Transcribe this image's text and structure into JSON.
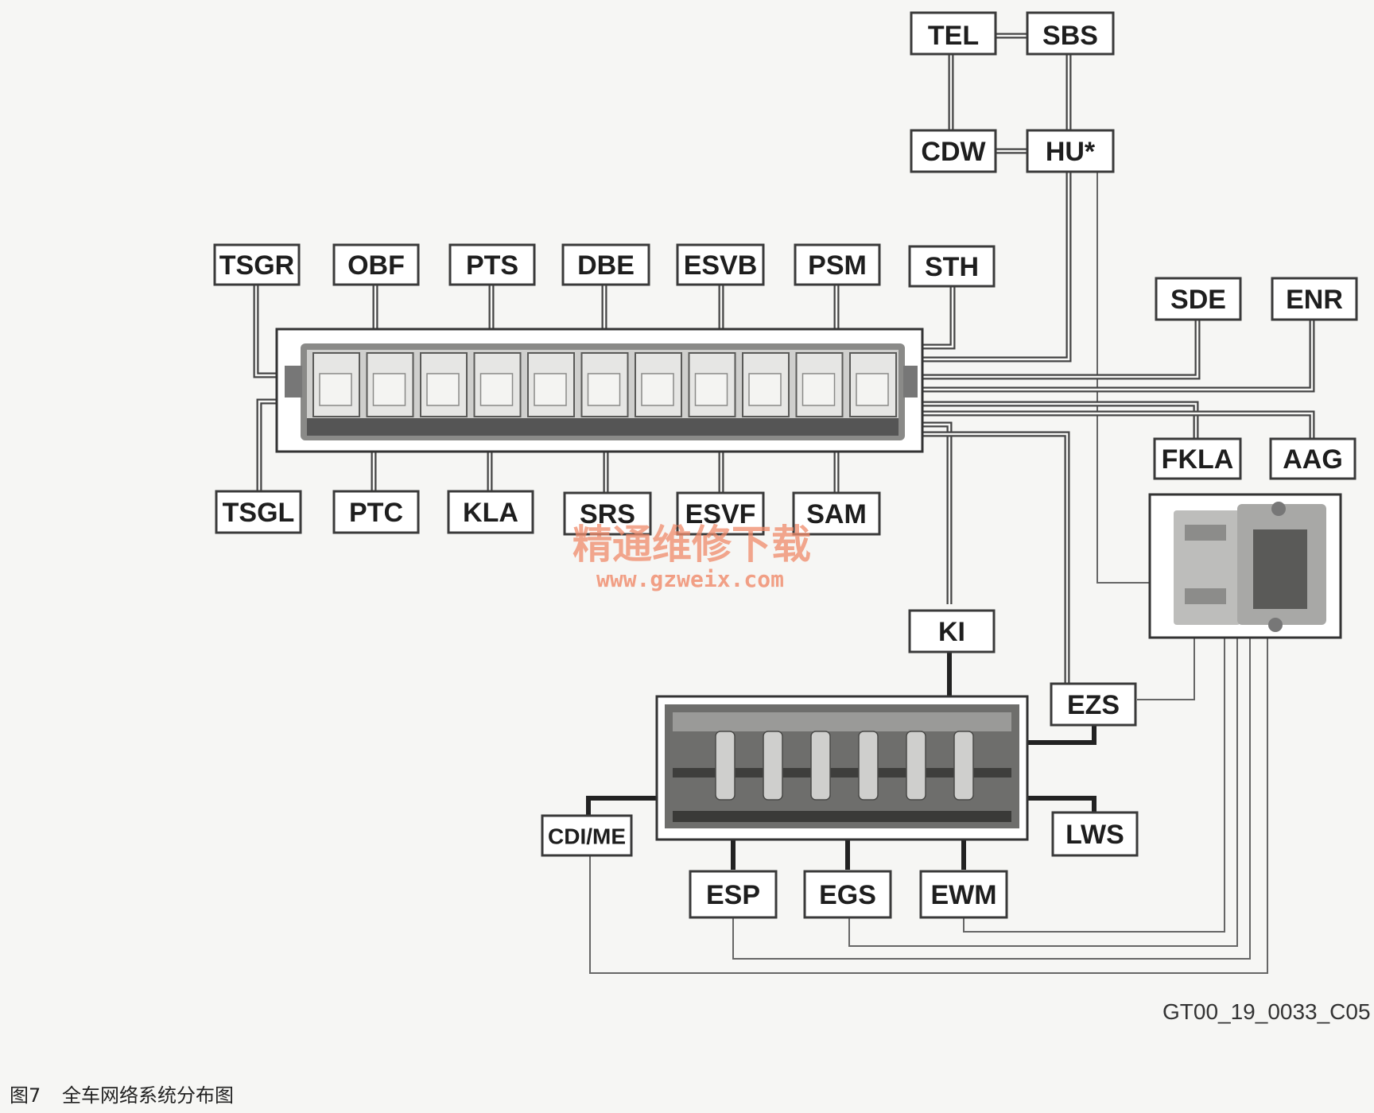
{
  "nodes": {
    "tel": "TEL",
    "sbs": "SBS",
    "cdw": "CDW",
    "hu": "HU*",
    "tsgr": "TSGR",
    "obf": "OBF",
    "pts": "PTS",
    "dbe": "DBE",
    "esvb": "ESVB",
    "psm": "PSM",
    "sth": "STH",
    "tsgl": "TSGL",
    "ptc": "PTC",
    "kla": "KLA",
    "srs": "SRS",
    "esvf": "ESVF",
    "sam": "SAM",
    "sde": "SDE",
    "enr": "ENR",
    "fkla": "FKLA",
    "aag": "AAG",
    "ki": "KI",
    "ezs": "EZS",
    "lws": "LWS",
    "cdi_me": "CDI/ME",
    "esp": "ESP",
    "egs": "EGS",
    "ewm": "EWM"
  },
  "watermark": {
    "line1": "精通维修下载",
    "line2": "www.gzweix.com"
  },
  "figure_code": "GT00_19_0033_C05",
  "caption": {
    "figure_no": "图7",
    "title": "全车网络系统分布图"
  }
}
